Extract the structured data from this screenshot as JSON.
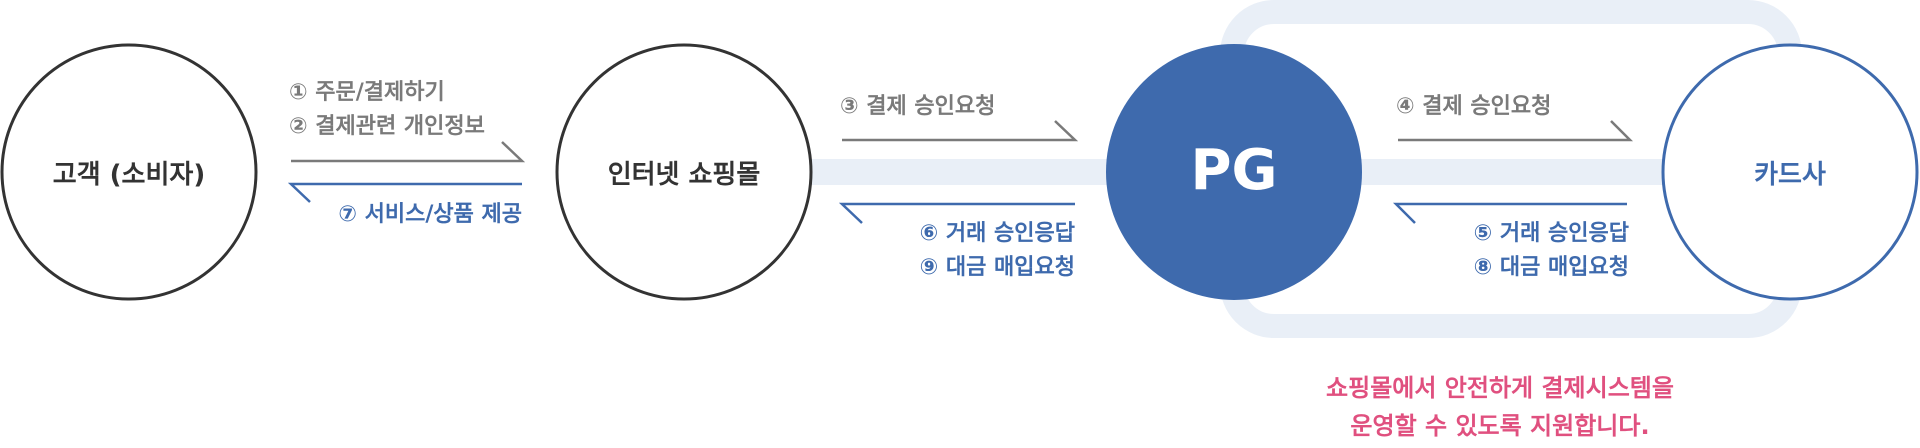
{
  "nodes": {
    "customer": "고객 (소비자)",
    "shop": "인터넷 쇼핑몰",
    "pg": "PG",
    "card": "카드사"
  },
  "steps": {
    "s1": "① 주문/결제하기",
    "s2": "② 결제관련 개인정보",
    "s7": "⑦ 서비스/상품 제공",
    "s3": "③ 결제 승인요청",
    "s6": "⑥ 거래 승인응답",
    "s9": "⑨ 대금 매입요청",
    "s4": "④ 결제 승인요청",
    "s5": "⑤ 거래 승인응답",
    "s8": "⑧ 대금 매입요청"
  },
  "slogan": {
    "line1": "쇼핑몰에서 안전하게 결제시스템을",
    "line2": "운영할 수 있도록 지원합니다."
  },
  "colors": {
    "primary": "#3e6aad",
    "gray": "#7a7a7a",
    "dark": "#333333",
    "track": "#e9eff7",
    "accent": "#e0507f"
  }
}
